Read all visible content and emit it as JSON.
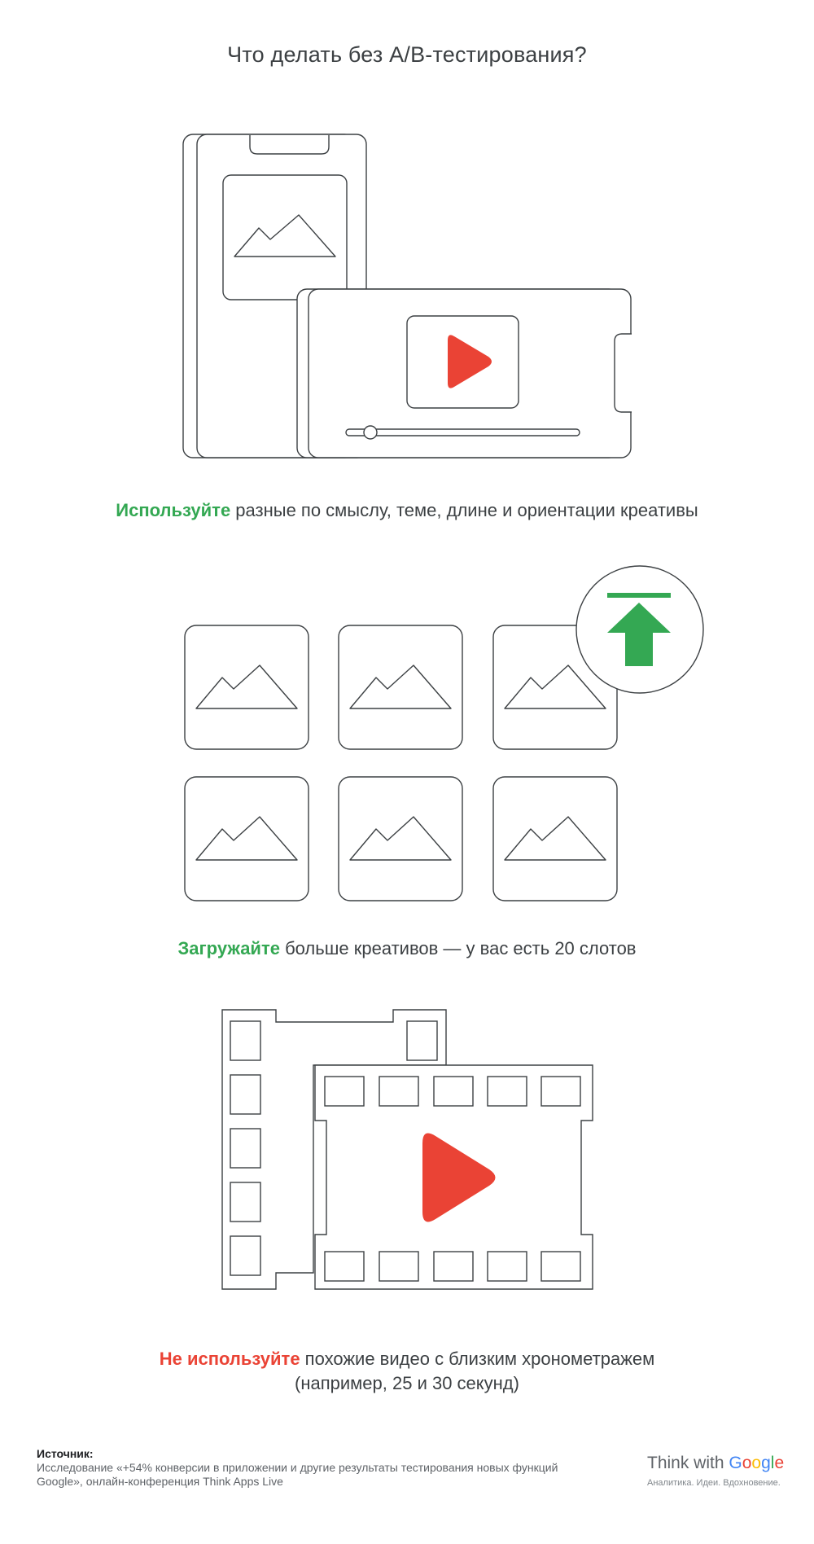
{
  "title": "Что делать без A/B-тестирования?",
  "colors": {
    "accent_green": "#34A853",
    "accent_red": "#EA4335",
    "text": "#3c4043",
    "outline": "#3c4043"
  },
  "sections": [
    {
      "highlight": "Используйте",
      "highlight_color": "#34A853",
      "text": " разные по смыслу, теме, длине и ориентации креативы",
      "icons": [
        "phone-portrait-icon",
        "image-icon",
        "phone-landscape-icon",
        "play-icon",
        "progress-slider-icon"
      ]
    },
    {
      "highlight": "Загружайте",
      "highlight_color": "#34A853",
      "text": " больше креативов — у вас есть 20 слотов",
      "icons": [
        "image-tile-icon",
        "upload-icon"
      ]
    },
    {
      "highlight": "Не используйте",
      "highlight_color": "#EA4335",
      "text": " похожие видео с близким хронометражем",
      "text_line2": "(например, 25 и 30 секунд)",
      "icons": [
        "film-strip-icon",
        "play-icon"
      ]
    }
  ],
  "source": {
    "label": "Источник:",
    "text": "Исследование «+54% конверсии в приложении и другие результаты тестирования новых функций Google», онлайн-конференция Think Apps Live"
  },
  "brand": {
    "prefix": "Think with ",
    "google_letters": [
      "G",
      "o",
      "o",
      "g",
      "l",
      "e"
    ],
    "tagline": "Аналитика. Идеи. Вдохновение."
  }
}
